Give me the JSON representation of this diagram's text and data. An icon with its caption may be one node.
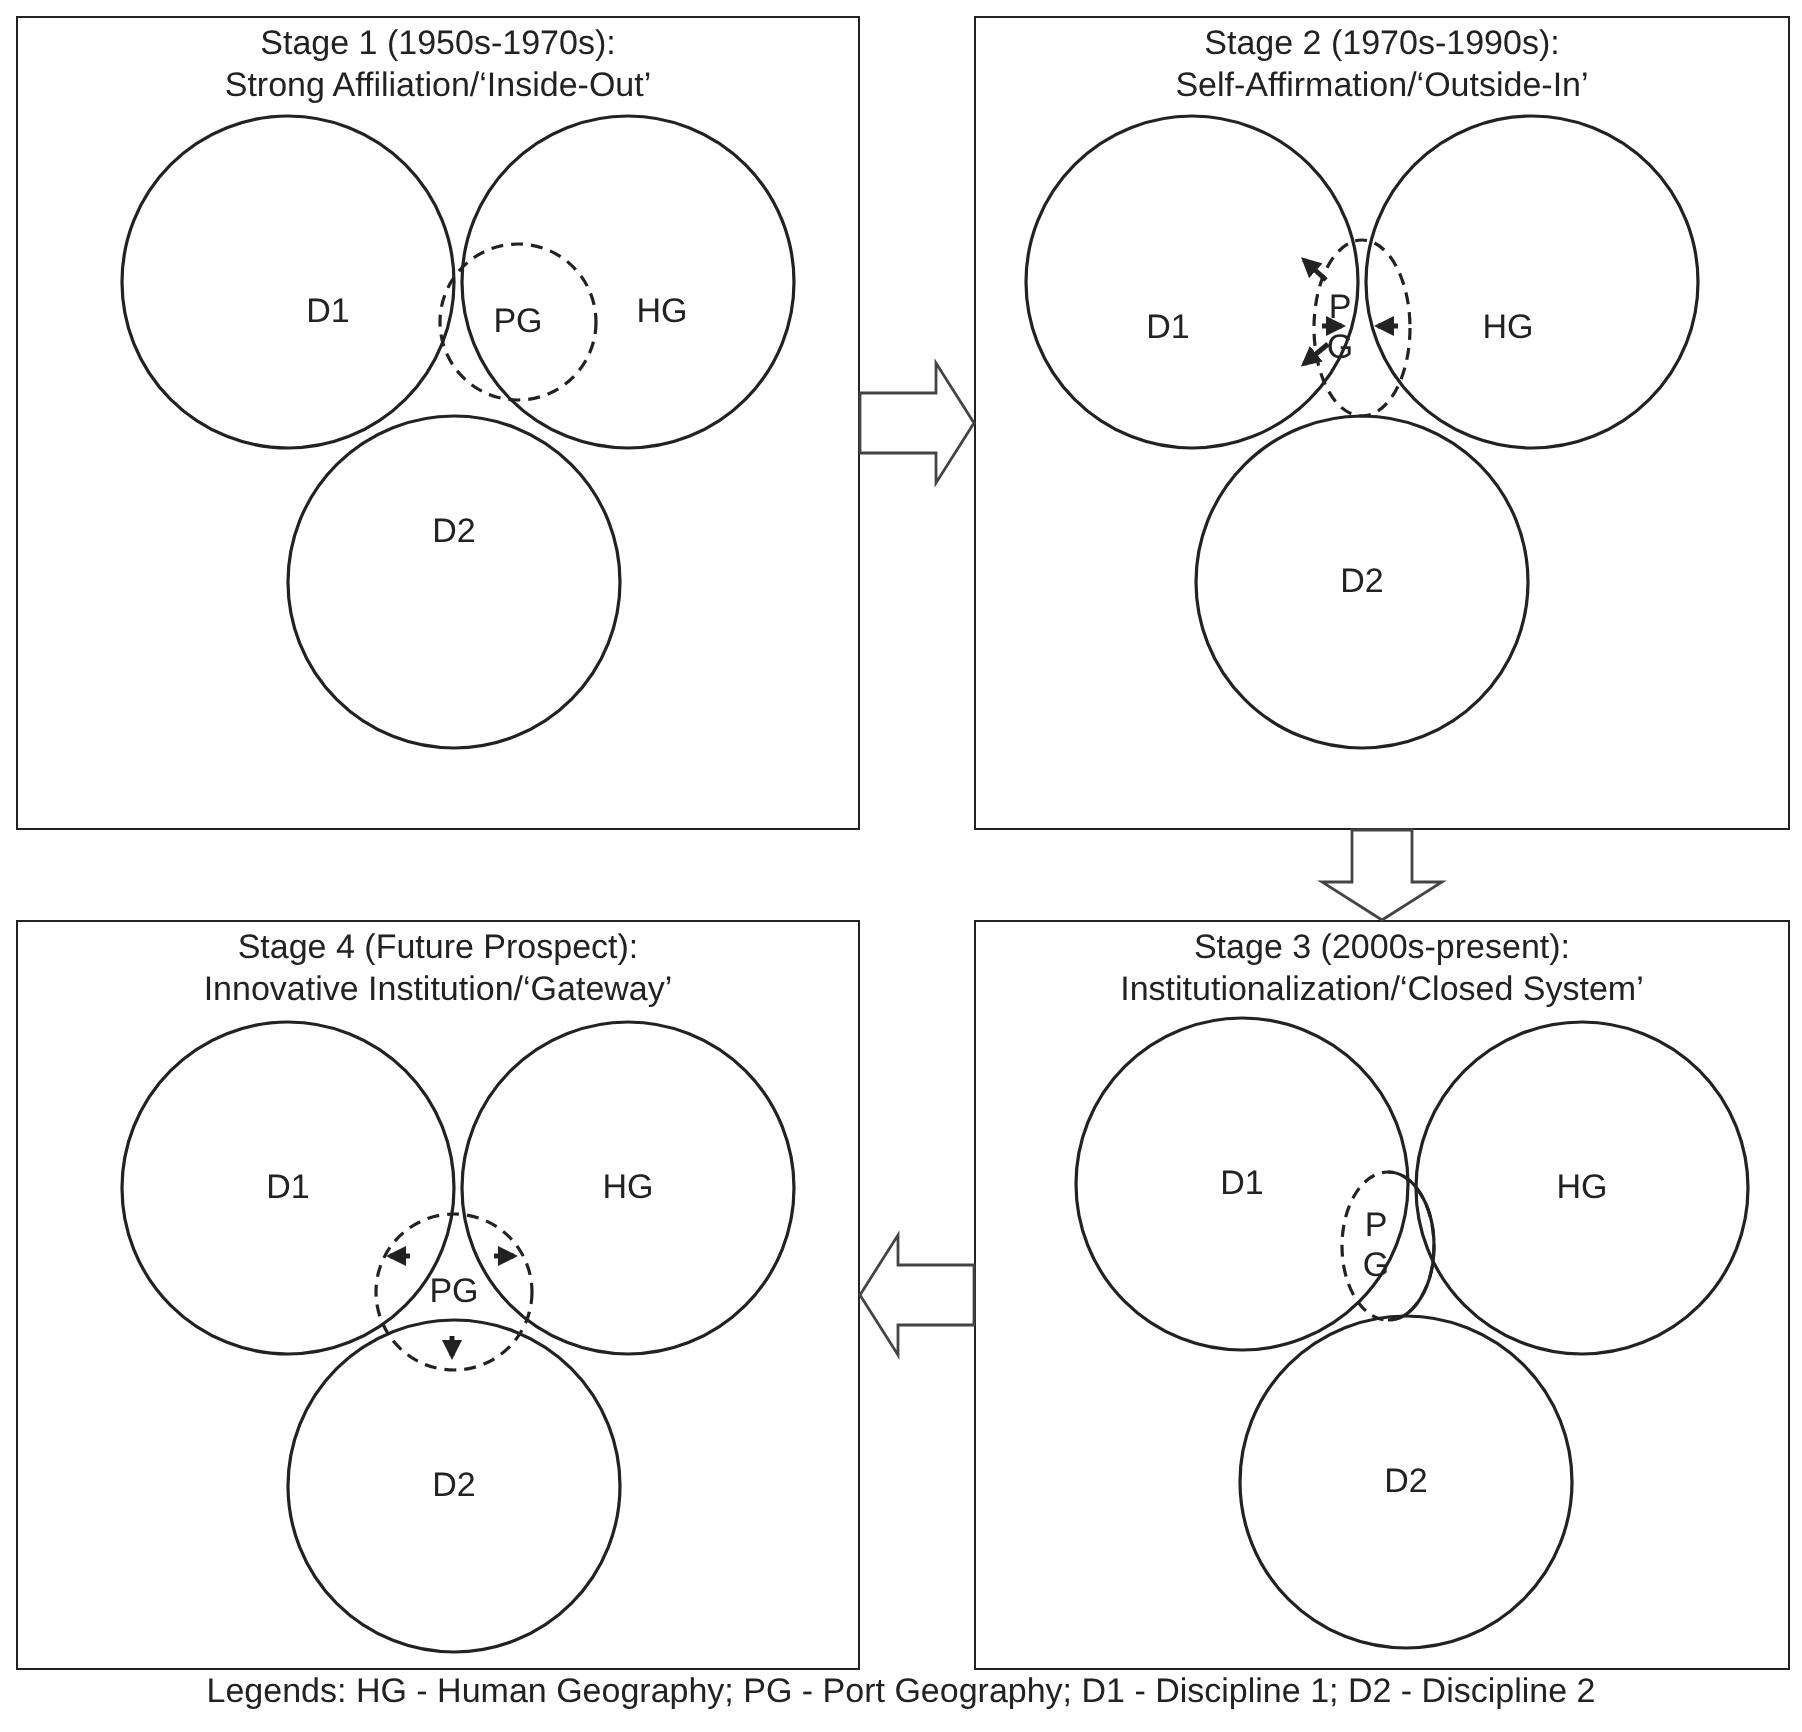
{
  "diagram": {
    "caption": "Legends: HG - Human Geography; PG - Port Geography; D1 - Discipline 1; D2 - Discipline 2",
    "nodes": [
      {
        "text": [
          "Stage 1 (1950s-1970s):",
          "Strong Affiliation/‘Inside-Out’"
        ]
      },
      {
        "text": [
          "D1"
        ],
        "in": 0
      },
      {
        "text": [
          "HG"
        ],
        "in": 0
      },
      {
        "text": [
          "PG"
        ],
        "in": 0
      },
      {
        "text": [
          "D2"
        ],
        "in": 0
      },
      {
        "text": [
          "Stage 2 (1970s-1990s):",
          "Self-Affirmation/‘Outside-In’"
        ]
      },
      {
        "text": [
          "D1"
        ],
        "in": 5
      },
      {
        "text": [
          "HG"
        ],
        "in": 5
      },
      {
        "text": [
          "P G"
        ],
        "in": 5
      },
      {
        "text": [
          "D2"
        ],
        "in": 5
      },
      {
        "text": [
          "Stage 4 (Future Prospect):",
          "Innovative Institution/‘Gateway’"
        ]
      },
      {
        "text": [
          "D1"
        ],
        "in": 10
      },
      {
        "text": [
          "HG"
        ],
        "in": 10
      },
      {
        "text": [
          "PG"
        ],
        "in": 10
      },
      {
        "text": [
          "D2"
        ],
        "in": 10
      },
      {
        "text": [
          "Stage 3 (2000s-present):",
          "Institutionalization/‘Closed System’"
        ]
      },
      {
        "text": [
          "D1"
        ],
        "in": 15
      },
      {
        "text": [
          "HG"
        ],
        "in": 15
      },
      {
        "text": [
          "P G"
        ],
        "in": 15
      },
      {
        "text": [
          "D2"
        ],
        "in": 15
      }
    ],
    "edges": [
      {
        "from": 0,
        "to": 5,
        "arrow": "to"
      },
      {
        "from": 5,
        "to": 15,
        "arrow": "to"
      },
      {
        "from": 15,
        "to": 10,
        "arrow": "to"
      }
    ]
  }
}
